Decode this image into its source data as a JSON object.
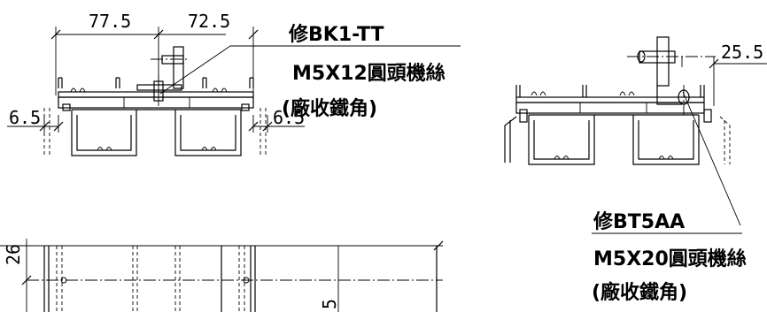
{
  "dimensions": {
    "top_left": "77.5",
    "top_right": "72.5",
    "left_offset": "6.5",
    "right_offset": "6.5",
    "right_section": "25.5",
    "plan_height": "26",
    "plan_small": "5"
  },
  "labels": {
    "left_part": "修BK1-TT",
    "left_screw": "M5X12圓頭機絲",
    "left_note": "(廠收鐵角)",
    "right_part": "修BT5AA",
    "right_screw": "M5X20圓頭機絲",
    "right_note": "(廠收鐵角)"
  }
}
